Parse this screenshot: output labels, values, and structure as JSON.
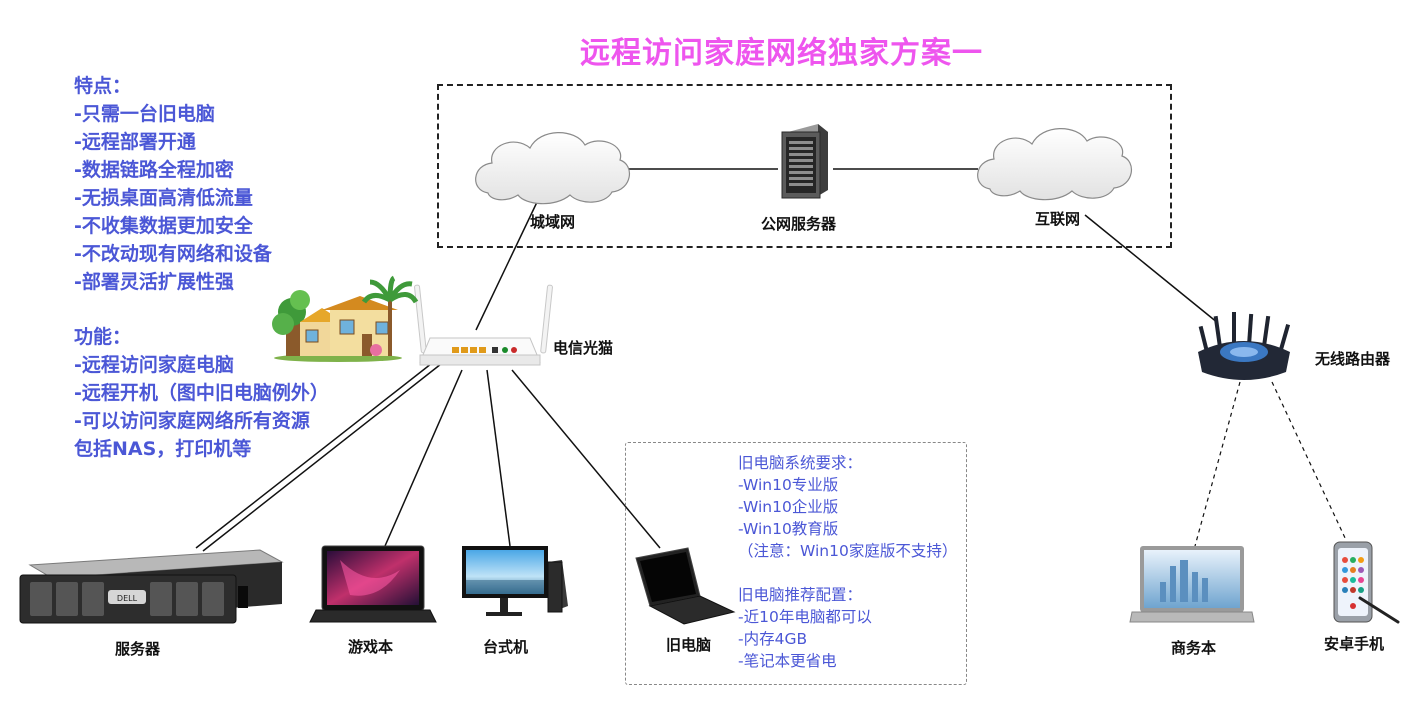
{
  "title": "远程访问家庭网络独家方案一",
  "features": {
    "heading": "特点：",
    "items": [
      "-只需一台旧电脑",
      "-远程部署开通",
      "-数据链路全程加密",
      "-无损桌面高清低流量",
      "-不收集数据更加安全",
      "-不改动现有网络和设备",
      "-部署灵活扩展性强"
    ]
  },
  "functions": {
    "heading": "功能：",
    "items": [
      "-远程访问家庭电脑",
      "-远程开机（图中旧电脑例外）",
      "-可以访问家庭网络所有资源",
      "包括NAS，打印机等"
    ]
  },
  "requirements": {
    "heading": "旧电脑系统要求：",
    "items": [
      "-Win10专业版",
      "-Win10企业版",
      "-Win10教育版",
      "（注意：Win10家庭版不支持）"
    ],
    "config_heading": "旧电脑推荐配置：",
    "config_items": [
      "-近10年电脑都可以",
      "-内存4GB",
      "-笔记本更省电"
    ]
  },
  "nodes": {
    "metro": "城域网",
    "public_server": "公网服务器",
    "internet": "互联网",
    "modem": "电信光猫",
    "router": "无线路由器",
    "server": "服务器",
    "gaming_laptop": "游戏本",
    "desktop": "台式机",
    "old_pc": "旧电脑",
    "business_laptop": "商务本",
    "android_phone": "安卓手机"
  },
  "colors": {
    "title": "#ee55ee",
    "text_blue": "#4b57d6",
    "line": "#111111"
  }
}
